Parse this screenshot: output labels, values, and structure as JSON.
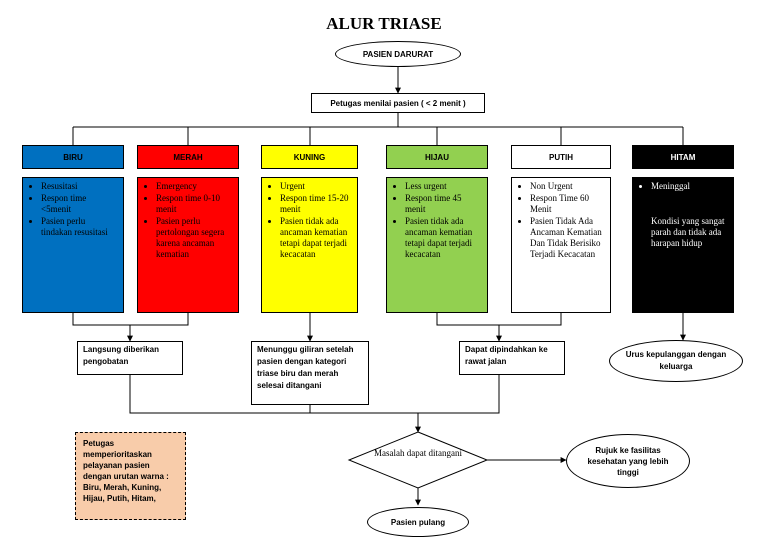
{
  "title": "ALUR TRIASE",
  "start": "PASIEN DARURAT",
  "assess": "Petugas menilai pasien ( < 2 menit )",
  "categories": [
    {
      "label": "BIRU",
      "bg": "#0070c0",
      "fg": "#000000",
      "items": [
        "Resusitasi",
        "Respon time <5menit",
        "Pasien perlu tindakan resusitasi"
      ]
    },
    {
      "label": "MERAH",
      "bg": "#ff0000",
      "fg": "#000000",
      "items": [
        "Emergency",
        "Respon time 0-10 menit",
        "Pasien perlu pertolongan segera karena ancaman kematian"
      ]
    },
    {
      "label": "KUNING",
      "bg": "#ffff00",
      "fg": "#000000",
      "items": [
        "Urgent",
        "Respon time 15-20 menit",
        "Pasien tidak ada ancaman kematian tetapi dapat terjadi kecacatan"
      ]
    },
    {
      "label": "HIJAU",
      "bg": "#92d050",
      "fg": "#000000",
      "items": [
        "Less urgent",
        "Respon time 45 menit",
        "Pasien tidak ada ancaman kematian tetapi dapat terjadi kecacatan"
      ]
    },
    {
      "label": "PUTIH",
      "bg": "#ffffff",
      "fg": "#000000",
      "items": [
        "Non Urgent",
        "Respon Time 60 Menit",
        "Pasien Tidak Ada Ancaman Kematian Dan Tidak Berisiko Terjadi Kecacatan"
      ]
    },
    {
      "label": "HITAM",
      "bg": "#000000",
      "fg": "#ffffff",
      "items": [
        "Meninggal",
        "Kondisi yang sangat parah dan tidak ada harapan hidup"
      ]
    }
  ],
  "outcomes": {
    "langsung": "Langsung diberikan pengobatan",
    "menunggu": "Menunggu giliran setelah pasien dengan kategori triase biru dan merah selesai ditangani",
    "dipindahkan": "Dapat dipindahkan ke rawat jalan",
    "urus": "Urus kepulanggan dengan keluarga"
  },
  "note": "Petugas memperioritaskan pelayanan pasien dengan urutan warna : Biru, Merah, Kuning, Hijau, Putih, Hitam,",
  "decision": "Masalah dapat ditangani",
  "rujuk": "Rujuk ke fasilitas kesehatan yang lebih tinggi",
  "pulang": "Pasien pulang"
}
